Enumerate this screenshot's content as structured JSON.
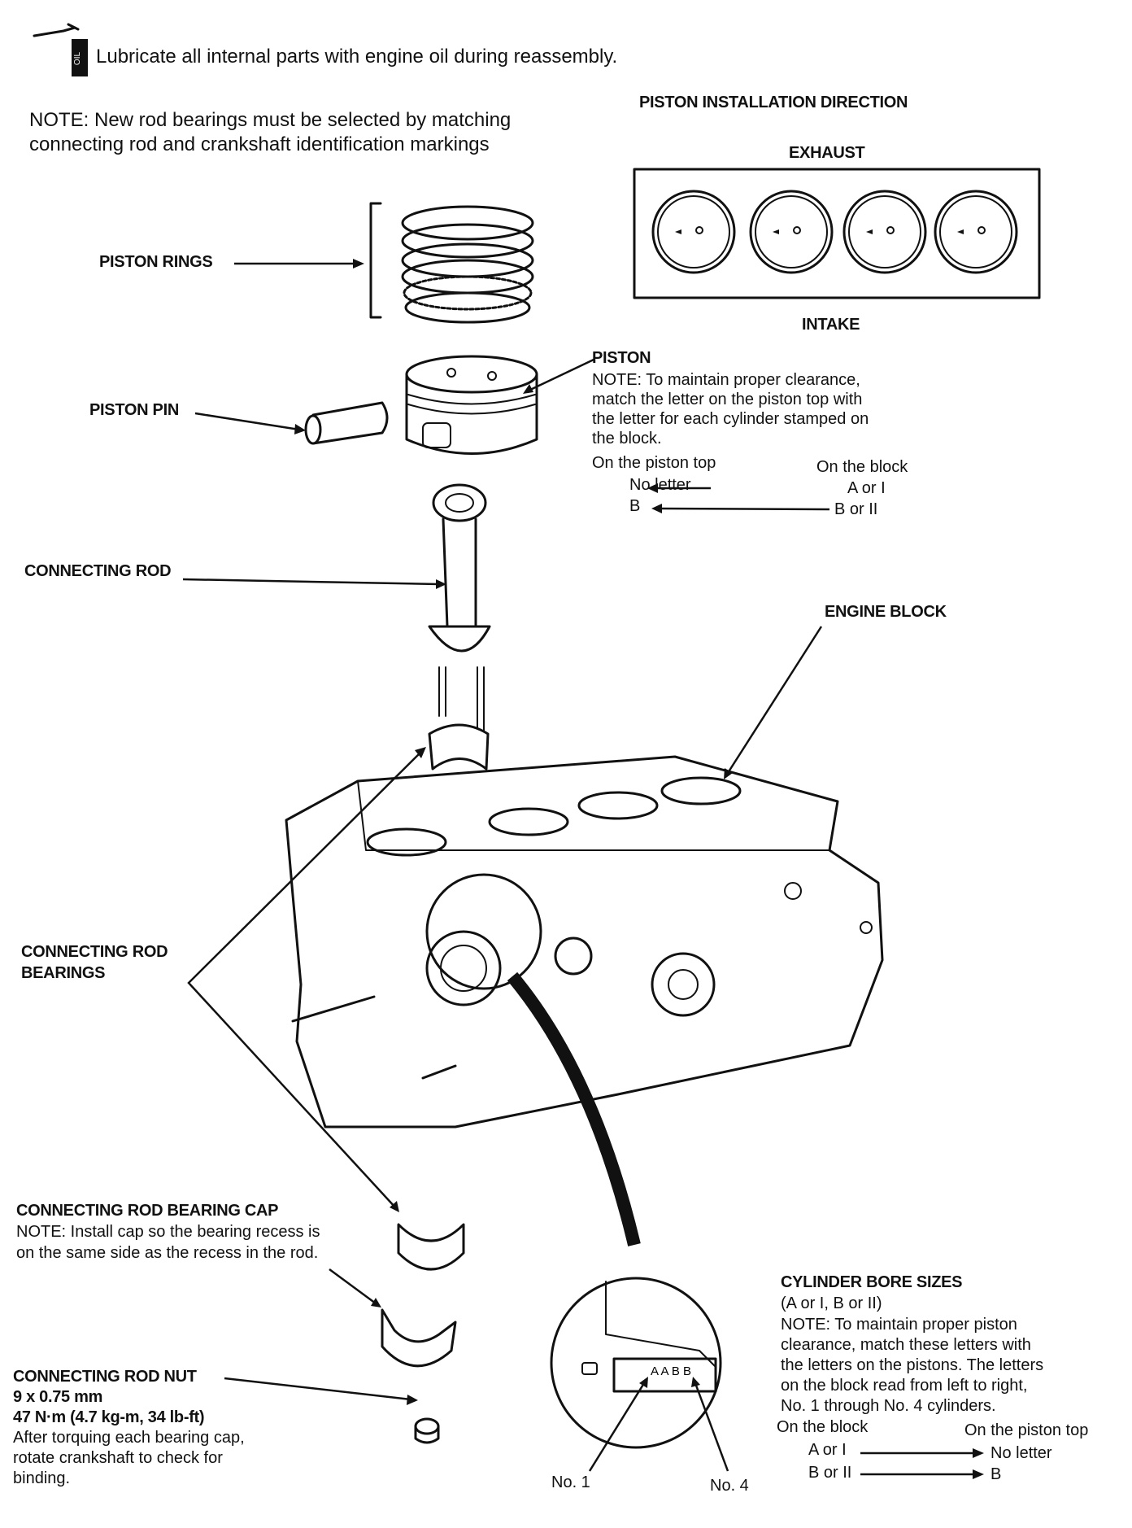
{
  "header": {
    "oil_icon": "oil-can-icon",
    "oil_can_text": "OIL",
    "oil_note": "Lubricate all internal parts with engine oil during reassembly.",
    "note_line1": "NOTE: New rod bearings must be selected by matching",
    "note_line2": "connecting rod and crankshaft identification markings"
  },
  "piston_direction": {
    "title": "PISTON INSTALLATION DIRECTION",
    "top_label": "EXHAUST",
    "bottom_label": "INTAKE",
    "piston_count": 4
  },
  "labels": {
    "piston_rings": "PISTON RINGS",
    "piston_pin": "PISTON PIN",
    "connecting_rod": "CONNECTING ROD",
    "engine_block": "ENGINE BLOCK",
    "rod_bearings_1": "CONNECTING ROD",
    "rod_bearings_2": "BEARINGS"
  },
  "piston": {
    "title": "PISTON",
    "note": [
      "NOTE: To maintain proper clearance,",
      "match the letter on the piston top with",
      "the letter for each cylinder stamped on",
      "the block."
    ],
    "col_left": "On the piston top",
    "col_right": "On the block",
    "rows": [
      {
        "left": "No letter",
        "right": "A or I"
      },
      {
        "left": "B",
        "right": "B or II"
      }
    ]
  },
  "bearing_cap": {
    "title": "CONNECTING ROD BEARING CAP",
    "note": [
      "NOTE: Install cap so the bearing recess is",
      "on the same side as the recess in the rod."
    ]
  },
  "rod_nut": {
    "title": "CONNECTING ROD NUT",
    "size": "9 x 0.75 mm",
    "torque": "47 N·m (4.7 kg-m, 34 lb-ft)",
    "note": [
      "After torquing each bearing cap,",
      "rotate crankshaft to check for",
      "binding."
    ]
  },
  "detail": {
    "stamp": "A A B B",
    "no1": "No. 1",
    "no4": "No. 4"
  },
  "bore_sizes": {
    "title": "CYLINDER BORE SIZES",
    "subtitle": "(A or I, B or II)",
    "note": [
      "NOTE: To maintain proper piston",
      "clearance, match these letters with",
      "the letters on the pistons. The letters",
      "on the block read from left to right,",
      "No. 1 through No. 4 cylinders."
    ],
    "col_left": "On the block",
    "col_right": "On the piston top",
    "rows": [
      {
        "left": "A or I",
        "right": "No letter"
      },
      {
        "left": "B or II",
        "right": "B"
      }
    ]
  }
}
